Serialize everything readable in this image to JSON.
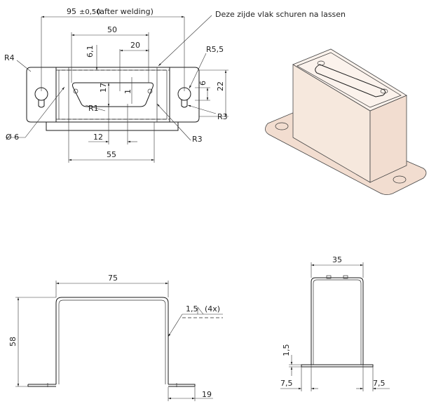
{
  "note": "Deze zijde vlak schuren na lassen",
  "top_view": {
    "overall": "95",
    "overall_tol": "±0,50",
    "overall_note": "(after welding)",
    "d50": "50",
    "d20": "20",
    "d6_1": "6,1",
    "d17": "17",
    "d1": "1",
    "r1": "R1",
    "r4": "R4",
    "r5_5": "R5,5",
    "d6": "6",
    "d22": "22",
    "r3_right": "R3",
    "phi6": "Ø 6",
    "d12": "12",
    "d55": "55",
    "r3_bottom": "R3"
  },
  "front_view": {
    "d75": "75",
    "d58": "58",
    "thickness": "1,5",
    "weld_count": "(4x)",
    "d19": "19"
  },
  "side_view": {
    "d35": "35",
    "d1_5": "1,5",
    "d7_5_left": "7,5",
    "d7_5_right": "7,5"
  }
}
